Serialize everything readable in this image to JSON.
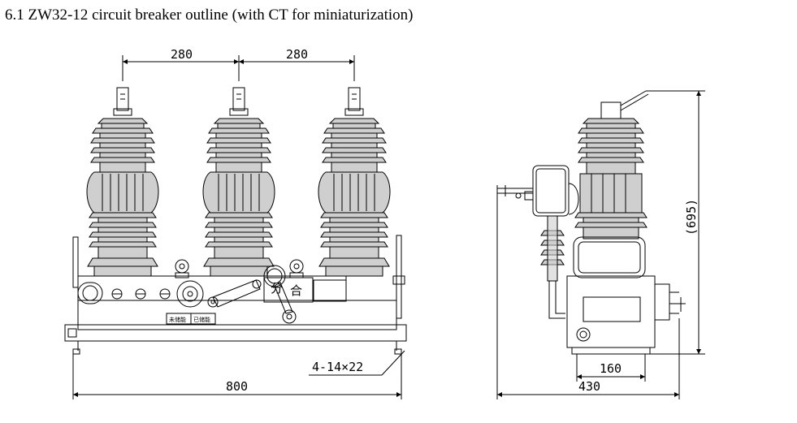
{
  "title": "6.1 ZW32-12 circuit breaker outline (with CT for miniaturization)",
  "front_view": {
    "dim_left_spacing": "280",
    "dim_right_spacing": "280",
    "dim_total_width": "800",
    "mounting_holes": "4-14×22",
    "label_open": "分",
    "label_close": "合",
    "label_energy_stored": "已储能",
    "label_energy_not_stored": "未储能"
  },
  "side_view": {
    "dim_height": "(695)",
    "dim_base_width": "160",
    "dim_depth": "430"
  },
  "colors": {
    "line": "#000000",
    "insulator_fill": "#cfcfcf",
    "background": "#ffffff"
  }
}
